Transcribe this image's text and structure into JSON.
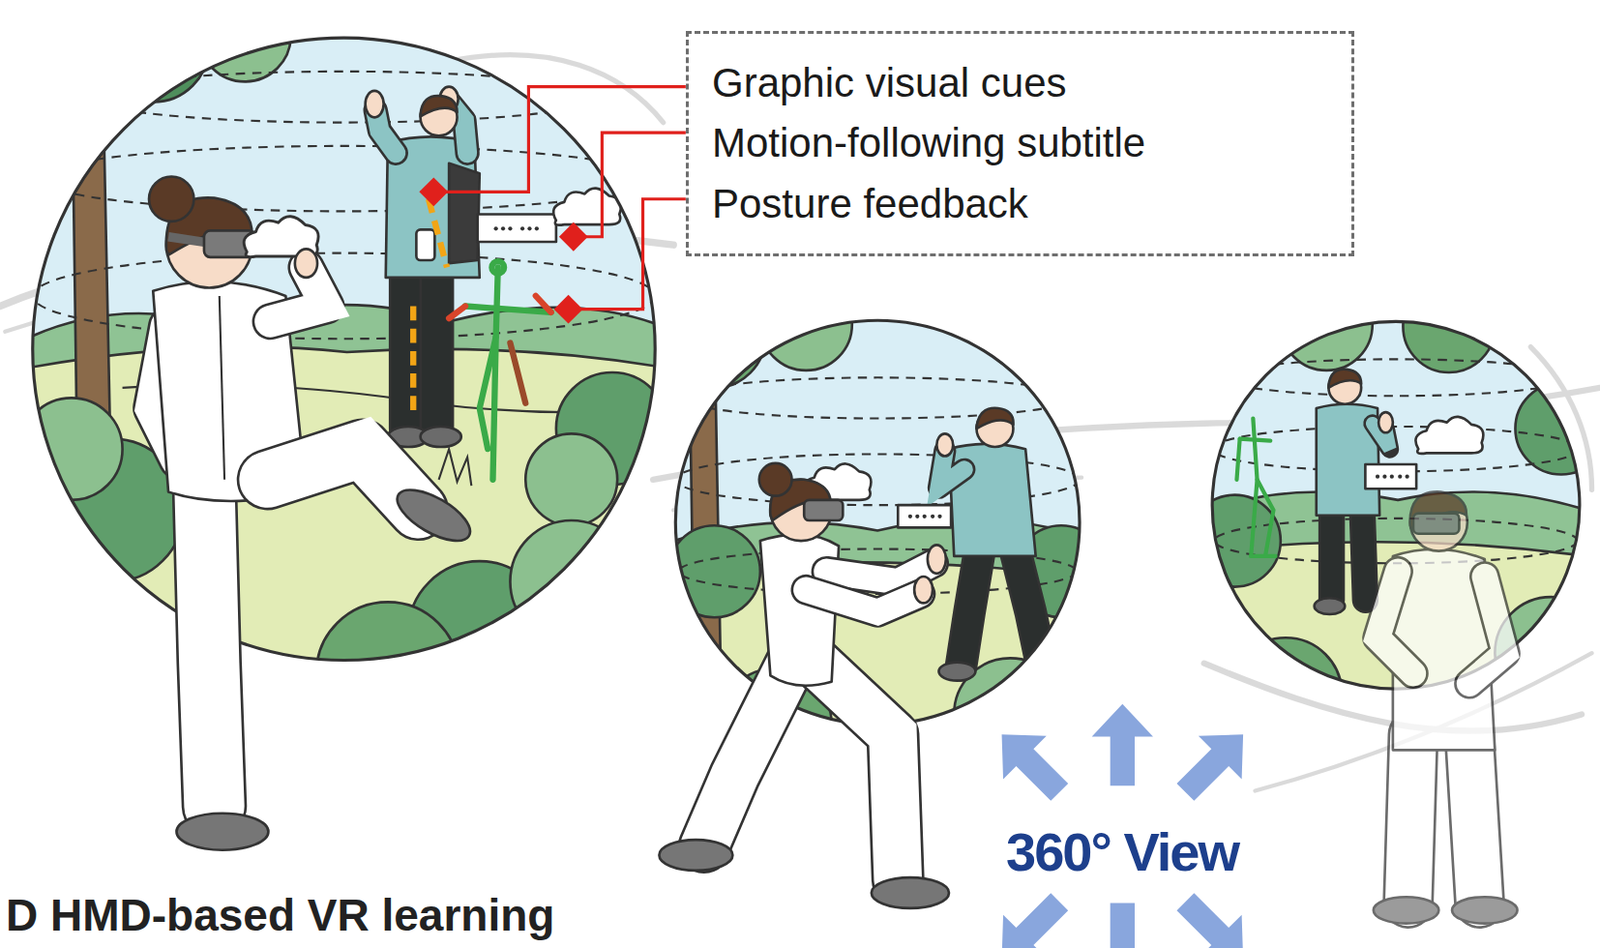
{
  "diagram": {
    "nodes": [
      {
        "text": [
          "Graphic visual cues",
          "Motion-following subtitle",
          "Posture feedback"
        ]
      }
    ],
    "labels": [
      "360° View",
      "D HMD-based VR learning"
    ]
  }
}
